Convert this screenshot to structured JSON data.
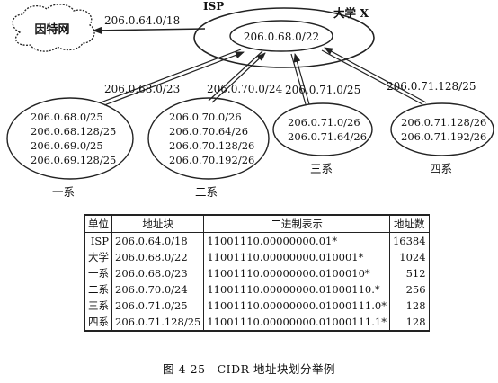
{
  "diagram": {
    "internet_label": "因特网",
    "isp_label": "ISP",
    "university_label": "大学 X",
    "university_block": "206.0.68.0/22",
    "isp_to_internet_block": "206.0.64.0/18",
    "departments": [
      {
        "name": "一系",
        "block": "206.0.68.0/23",
        "subnets": [
          "206.0.68.0/25",
          "206.0.68.128/25",
          "206.0.69.0/25",
          "206.0.69.128/25"
        ]
      },
      {
        "name": "二系",
        "block": "206.0.70.0/24",
        "subnets": [
          "206.0.70.0/26",
          "206.0.70.64/26",
          "206.0.70.128/26",
          "206.0.70.192/26"
        ]
      },
      {
        "name": "三系",
        "block": "206.0.71.0/25",
        "subnets": [
          "206.0.71.0/26",
          "206.0.71.64/26"
        ]
      },
      {
        "name": "四系",
        "block": "206.0.71.128/25",
        "subnets": [
          "206.0.71.128/26",
          "206.0.71.192/26"
        ]
      }
    ]
  },
  "table": {
    "headers": [
      "单位",
      "地址块",
      "二进制表示",
      "地址数"
    ],
    "rows": [
      [
        "ISP",
        "206.0.64.0/18",
        "11001110.00000000.01*",
        "16384"
      ],
      [
        "大学",
        "206.0.68.0/22",
        "11001110.00000000.010001*",
        "1024"
      ],
      [
        "一系",
        "206.0.68.0/23",
        "11001110.00000000.0100010*",
        "512"
      ],
      [
        "二系",
        "206.0.70.0/24",
        "11001110.00000000.01000110.*",
        "256"
      ],
      [
        "三系",
        "206.0.71.0/25",
        "11001110.00000000.01000111.0*",
        "128"
      ],
      [
        "四系",
        "206.0.71.128/25",
        "11001110.00000000.01000111.1*",
        "128"
      ]
    ]
  },
  "caption": "图 4-25　CIDR 地址块划分举例"
}
